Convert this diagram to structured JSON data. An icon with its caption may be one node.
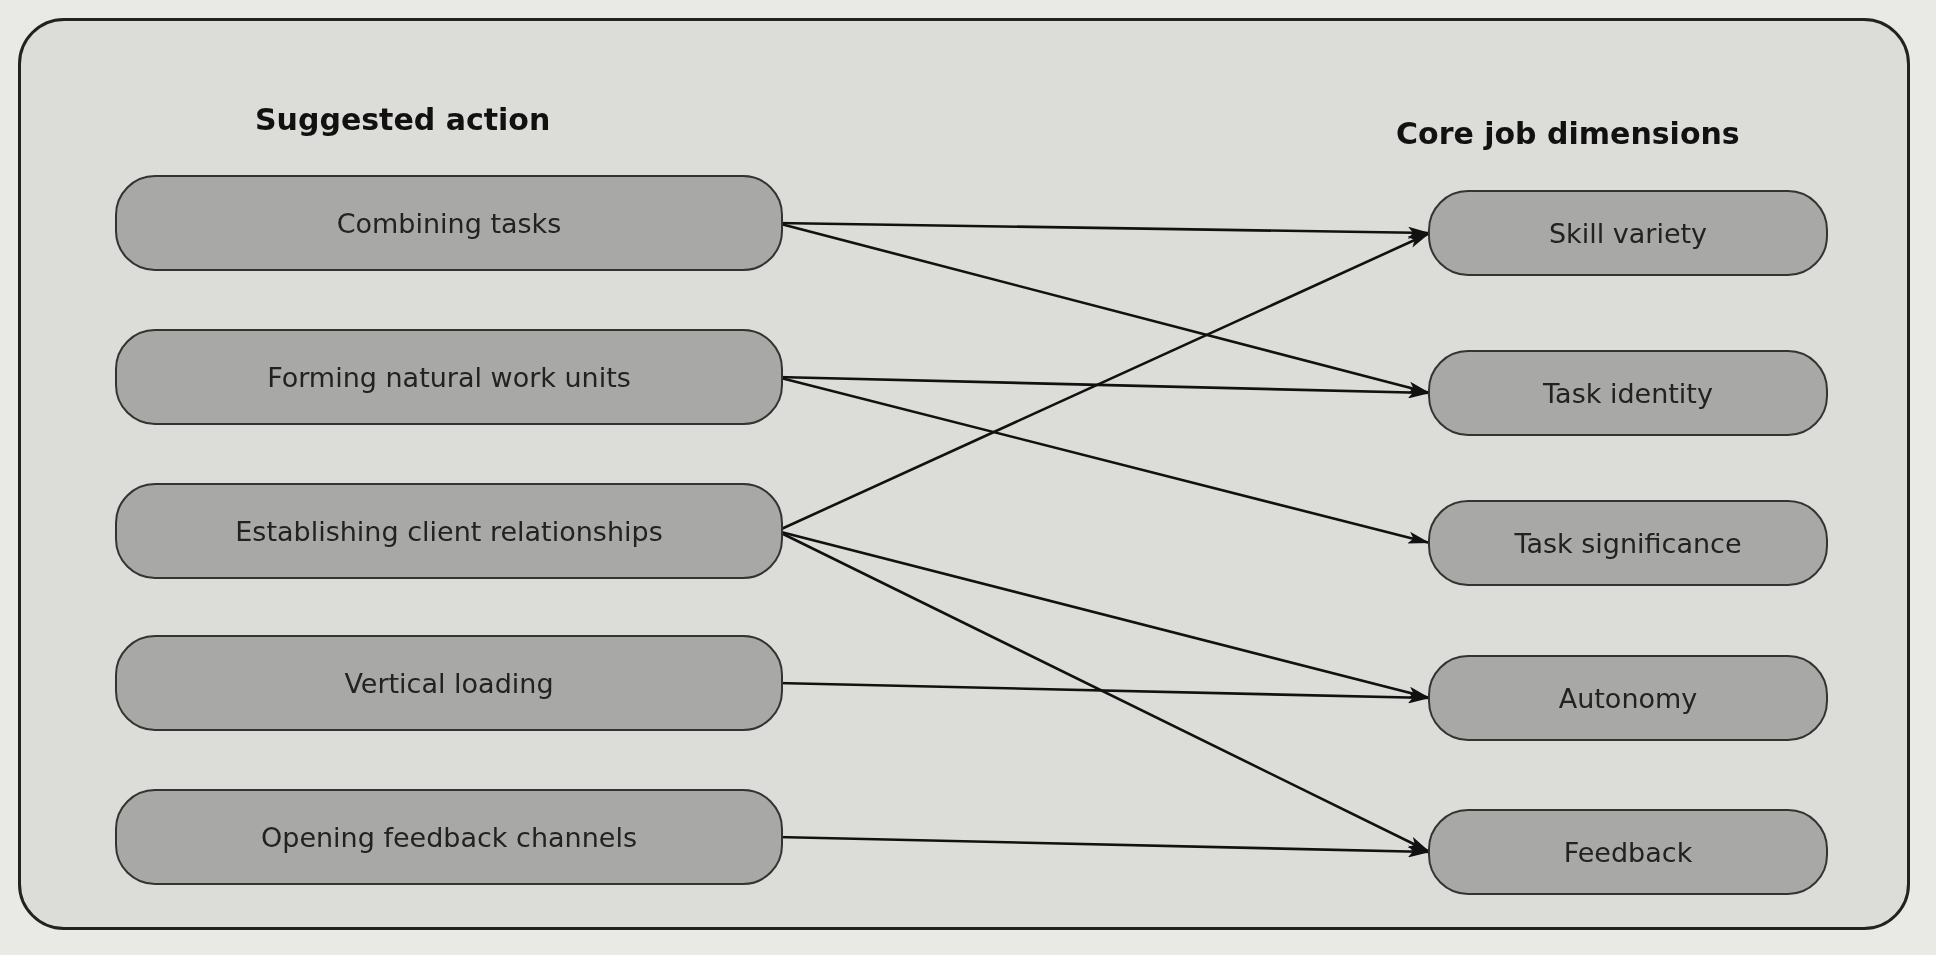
{
  "diagram": {
    "nodes": [
      {
        "text": [
          "Combining tasks"
        ]
      },
      {
        "text": [
          "Forming natural work units"
        ]
      },
      {
        "text": [
          "Establishing client relationships"
        ]
      },
      {
        "text": [
          "Vertical loading"
        ]
      },
      {
        "text": [
          "Opening feedback channels"
        ]
      },
      {
        "text": [
          "Skill variety"
        ]
      },
      {
        "text": [
          "Task identity"
        ]
      },
      {
        "text": [
          "Task significance"
        ]
      },
      {
        "text": [
          "Autonomy"
        ]
      },
      {
        "text": [
          "Feedback"
        ]
      }
    ],
    "edges": [
      {
        "from": 0,
        "to": 5,
        "arrow": "to"
      },
      {
        "from": 0,
        "to": 6,
        "arrow": "to"
      },
      {
        "from": 1,
        "to": 6,
        "arrow": "to"
      },
      {
        "from": 1,
        "to": 7,
        "arrow": "to"
      },
      {
        "from": 2,
        "to": 5,
        "arrow": "to"
      },
      {
        "from": 2,
        "to": 8,
        "arrow": "to"
      },
      {
        "from": 2,
        "to": 9,
        "arrow": "to"
      },
      {
        "from": 3,
        "to": 8,
        "arrow": "to"
      },
      {
        "from": 4,
        "to": 9,
        "arrow": "to"
      }
    ],
    "labels": [
      "Suggested action",
      "Core job dimensions"
    ]
  }
}
